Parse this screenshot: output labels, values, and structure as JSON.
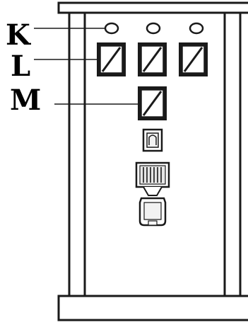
{
  "diagram": {
    "callouts": [
      {
        "id": "K",
        "letter": "K"
      },
      {
        "id": "L",
        "letter": "L"
      },
      {
        "id": "M",
        "letter": "M"
      }
    ],
    "components": {
      "indicator_lamps": 3,
      "switches_row_L": 3,
      "switches_row_M": 1
    },
    "colors": {
      "ink": "#1a1a1a",
      "panel_fill": "#ffffff",
      "device_fill": "#f2f2f2"
    }
  }
}
